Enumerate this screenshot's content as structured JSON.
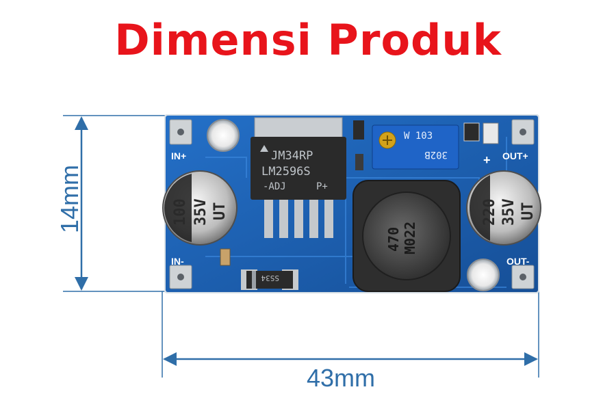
{
  "title": "Dimensi Produk",
  "dimensions": {
    "width": "43mm",
    "height": "14mm"
  },
  "board_labels": {
    "in_plus": "IN+",
    "in_minus": "IN-",
    "out_plus": "OUT+",
    "out_minus": "OUT-",
    "ic_line1": "JM34RP",
    "ic_line2": "LM2596S",
    "ic_line3": "-ADJ",
    "ic_line4": "P+",
    "pot_line1": "W  103",
    "pot_line2": "302B",
    "cap_in_line1": "100",
    "cap_in_line2": "35V",
    "cap_in_line3": "UT",
    "cap_out_line1": "220",
    "cap_out_line2": "35V",
    "cap_out_line3": "UT",
    "inductor_line1": "470",
    "inductor_line2": "M022",
    "diode": "SS34",
    "plus_mark": "+"
  },
  "colors": {
    "title": "#e8141b",
    "dimension_line": "#2f6ea8",
    "pcb": "#1d5fb0"
  }
}
